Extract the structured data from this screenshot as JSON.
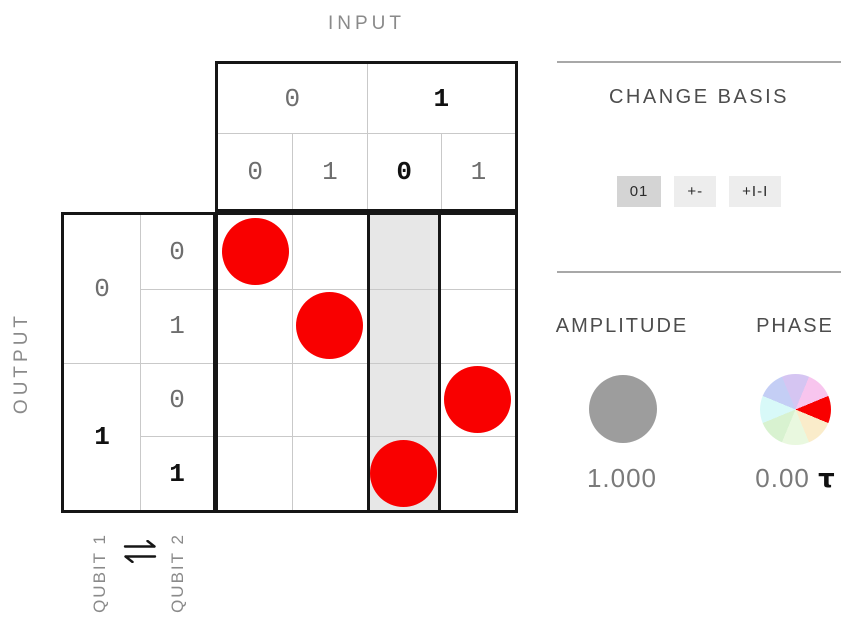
{
  "titles": {
    "input": "INPUT",
    "output": "OUTPUT"
  },
  "qubits": {
    "qubit1": "QUBIT 1",
    "qubit2": "QUBIT 2"
  },
  "input_header": {
    "groups": [
      {
        "label": "0",
        "bold": false
      },
      {
        "label": "1",
        "bold": true
      }
    ],
    "subs": [
      {
        "label": "0",
        "bold": false
      },
      {
        "label": "1",
        "bold": false
      },
      {
        "label": "0",
        "bold": true
      },
      {
        "label": "1",
        "bold": false
      }
    ]
  },
  "output_header": {
    "groups": [
      {
        "label": "0",
        "bold": false
      },
      {
        "label": "1",
        "bold": true
      }
    ],
    "subs": [
      {
        "label": "0",
        "bold": false
      },
      {
        "label": "1",
        "bold": false
      },
      {
        "label": "0",
        "bold": false
      },
      {
        "label": "1",
        "bold": true
      }
    ]
  },
  "matrix": {
    "rows": 4,
    "cols": 4,
    "highlighted_input_column": "10",
    "highlight_color": "#e7e7e7",
    "dot_color": "#f90000",
    "dots": [
      {
        "input": "00",
        "output": "00",
        "row": 0,
        "col": 0
      },
      {
        "input": "01",
        "output": "01",
        "row": 1,
        "col": 1
      },
      {
        "input": "11",
        "output": "10",
        "row": 2,
        "col": 3
      },
      {
        "input": "10",
        "output": "11",
        "row": 3,
        "col": 2
      }
    ]
  },
  "basis_panel": {
    "title": "CHANGE BASIS",
    "buttons": [
      {
        "label": "01",
        "selected": true
      },
      {
        "label": "+-",
        "selected": false
      },
      {
        "label": "+I-I",
        "selected": false
      }
    ]
  },
  "readout": {
    "amplitude": {
      "label": "AMPLITUDE",
      "value": "1.000",
      "circle_color": "#9d9d9d"
    },
    "phase": {
      "label": "PHASE",
      "value": "0.00",
      "unit": "τ",
      "wheel_colors": [
        "#f8c5ee",
        "#f90000",
        "#faecca",
        "#e9f8df",
        "#d8f2d0",
        "#d8f9f8",
        "#c4cef5",
        "#d5c5f2"
      ]
    }
  }
}
